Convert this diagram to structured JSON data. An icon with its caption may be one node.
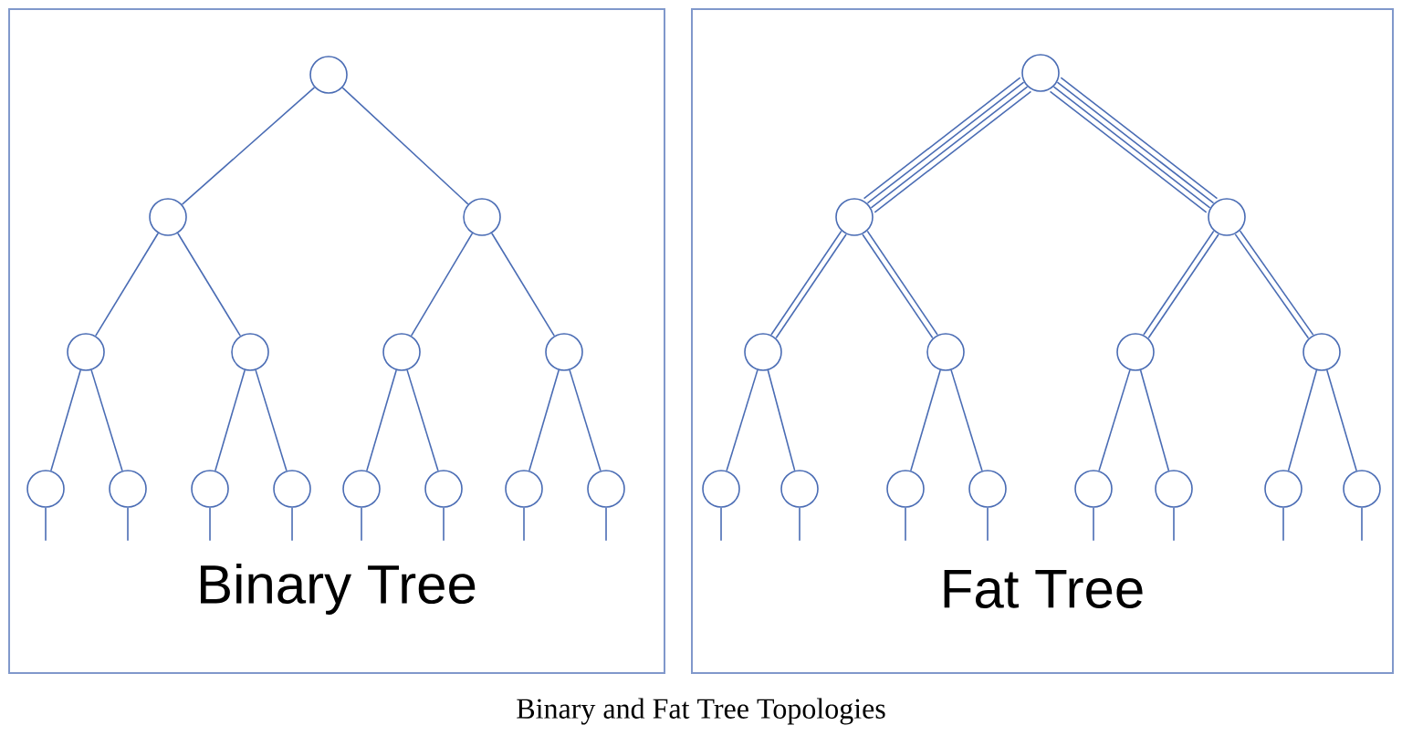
{
  "diagram": {
    "caption": "Binary and Fat Tree Topologies",
    "nodes": [
      {
        "text": [
          "Binary Tree"
        ]
      },
      {
        "text": [],
        "shape": "circle",
        "in": 0
      },
      {
        "text": [],
        "shape": "circle",
        "in": 0
      },
      {
        "text": [],
        "shape": "circle",
        "in": 0
      },
      {
        "text": [],
        "shape": "circle",
        "in": 0
      },
      {
        "text": [],
        "shape": "circle",
        "in": 0
      },
      {
        "text": [],
        "shape": "circle",
        "in": 0
      },
      {
        "text": [],
        "shape": "circle",
        "in": 0
      },
      {
        "text": [],
        "shape": "circle",
        "in": 0
      },
      {
        "text": [],
        "shape": "circle",
        "in": 0
      },
      {
        "text": [],
        "shape": "circle",
        "in": 0
      },
      {
        "text": [],
        "shape": "circle",
        "in": 0
      },
      {
        "text": [],
        "shape": "circle",
        "in": 0
      },
      {
        "text": [],
        "shape": "circle",
        "in": 0
      },
      {
        "text": [],
        "shape": "circle",
        "in": 0
      },
      {
        "text": [],
        "shape": "circle",
        "in": 0
      },
      {
        "text": [
          "Fat Tree"
        ]
      },
      {
        "text": [],
        "shape": "circle",
        "in": 16
      },
      {
        "text": [],
        "shape": "circle",
        "in": 16
      },
      {
        "text": [],
        "shape": "circle",
        "in": 16
      },
      {
        "text": [],
        "shape": "circle",
        "in": 16
      },
      {
        "text": [],
        "shape": "circle",
        "in": 16
      },
      {
        "text": [],
        "shape": "circle",
        "in": 16
      },
      {
        "text": [],
        "shape": "circle",
        "in": 16
      },
      {
        "text": [],
        "shape": "circle",
        "in": 16
      },
      {
        "text": [],
        "shape": "circle",
        "in": 16
      },
      {
        "text": [],
        "shape": "circle",
        "in": 16
      },
      {
        "text": [],
        "shape": "circle",
        "in": 16
      },
      {
        "text": [],
        "shape": "circle",
        "in": 16
      },
      {
        "text": [],
        "shape": "circle",
        "in": 16
      },
      {
        "text": [],
        "shape": "circle",
        "in": 16
      },
      {
        "text": [],
        "shape": "circle",
        "in": 16
      }
    ],
    "edges": [
      {
        "from": 1,
        "to": 2,
        "arrow": "none"
      },
      {
        "from": 1,
        "to": 3,
        "arrow": "none"
      },
      {
        "from": 2,
        "to": 4,
        "arrow": "none"
      },
      {
        "from": 2,
        "to": 5,
        "arrow": "none"
      },
      {
        "from": 3,
        "to": 6,
        "arrow": "none"
      },
      {
        "from": 3,
        "to": 7,
        "arrow": "none"
      },
      {
        "from": 4,
        "to": 8,
        "arrow": "none"
      },
      {
        "from": 4,
        "to": 9,
        "arrow": "none"
      },
      {
        "from": 5,
        "to": 10,
        "arrow": "none"
      },
      {
        "from": 5,
        "to": 11,
        "arrow": "none"
      },
      {
        "from": 6,
        "to": 12,
        "arrow": "none"
      },
      {
        "from": 6,
        "to": 13,
        "arrow": "none"
      },
      {
        "from": 7,
        "to": 14,
        "arrow": "none"
      },
      {
        "from": 7,
        "to": 15,
        "arrow": "none"
      },
      {
        "from": 8,
        "to": null,
        "arrow": "none"
      },
      {
        "from": 9,
        "to": null,
        "arrow": "none"
      },
      {
        "from": 10,
        "to": null,
        "arrow": "none"
      },
      {
        "from": 11,
        "to": null,
        "arrow": "none"
      },
      {
        "from": 12,
        "to": null,
        "arrow": "none"
      },
      {
        "from": 13,
        "to": null,
        "arrow": "none"
      },
      {
        "from": 14,
        "to": null,
        "arrow": "none"
      },
      {
        "from": 15,
        "to": null,
        "arrow": "none"
      },
      {
        "from": 17,
        "to": 18,
        "arrow": "none"
      },
      {
        "from": 17,
        "to": 18,
        "arrow": "none"
      },
      {
        "from": 17,
        "to": 18,
        "arrow": "none"
      },
      {
        "from": 17,
        "to": 18,
        "arrow": "none"
      },
      {
        "from": 17,
        "to": 19,
        "arrow": "none"
      },
      {
        "from": 17,
        "to": 19,
        "arrow": "none"
      },
      {
        "from": 17,
        "to": 19,
        "arrow": "none"
      },
      {
        "from": 17,
        "to": 19,
        "arrow": "none"
      },
      {
        "from": 18,
        "to": 20,
        "arrow": "none"
      },
      {
        "from": 18,
        "to": 20,
        "arrow": "none"
      },
      {
        "from": 18,
        "to": 21,
        "arrow": "none"
      },
      {
        "from": 18,
        "to": 21,
        "arrow": "none"
      },
      {
        "from": 19,
        "to": 22,
        "arrow": "none"
      },
      {
        "from": 19,
        "to": 22,
        "arrow": "none"
      },
      {
        "from": 19,
        "to": 23,
        "arrow": "none"
      },
      {
        "from": 19,
        "to": 23,
        "arrow": "none"
      },
      {
        "from": 20,
        "to": 24,
        "arrow": "none"
      },
      {
        "from": 20,
        "to": 25,
        "arrow": "none"
      },
      {
        "from": 21,
        "to": 26,
        "arrow": "none"
      },
      {
        "from": 21,
        "to": 27,
        "arrow": "none"
      },
      {
        "from": 22,
        "to": 28,
        "arrow": "none"
      },
      {
        "from": 22,
        "to": 29,
        "arrow": "none"
      },
      {
        "from": 23,
        "to": 30,
        "arrow": "none"
      },
      {
        "from": 23,
        "to": 31,
        "arrow": "none"
      },
      {
        "from": 24,
        "to": null,
        "arrow": "none"
      },
      {
        "from": 25,
        "to": null,
        "arrow": "none"
      },
      {
        "from": 26,
        "to": null,
        "arrow": "none"
      },
      {
        "from": 27,
        "to": null,
        "arrow": "none"
      },
      {
        "from": 28,
        "to": null,
        "arrow": "none"
      },
      {
        "from": 29,
        "to": null,
        "arrow": "none"
      },
      {
        "from": 30,
        "to": null,
        "arrow": "none"
      },
      {
        "from": 31,
        "to": null,
        "arrow": "none"
      }
    ]
  }
}
